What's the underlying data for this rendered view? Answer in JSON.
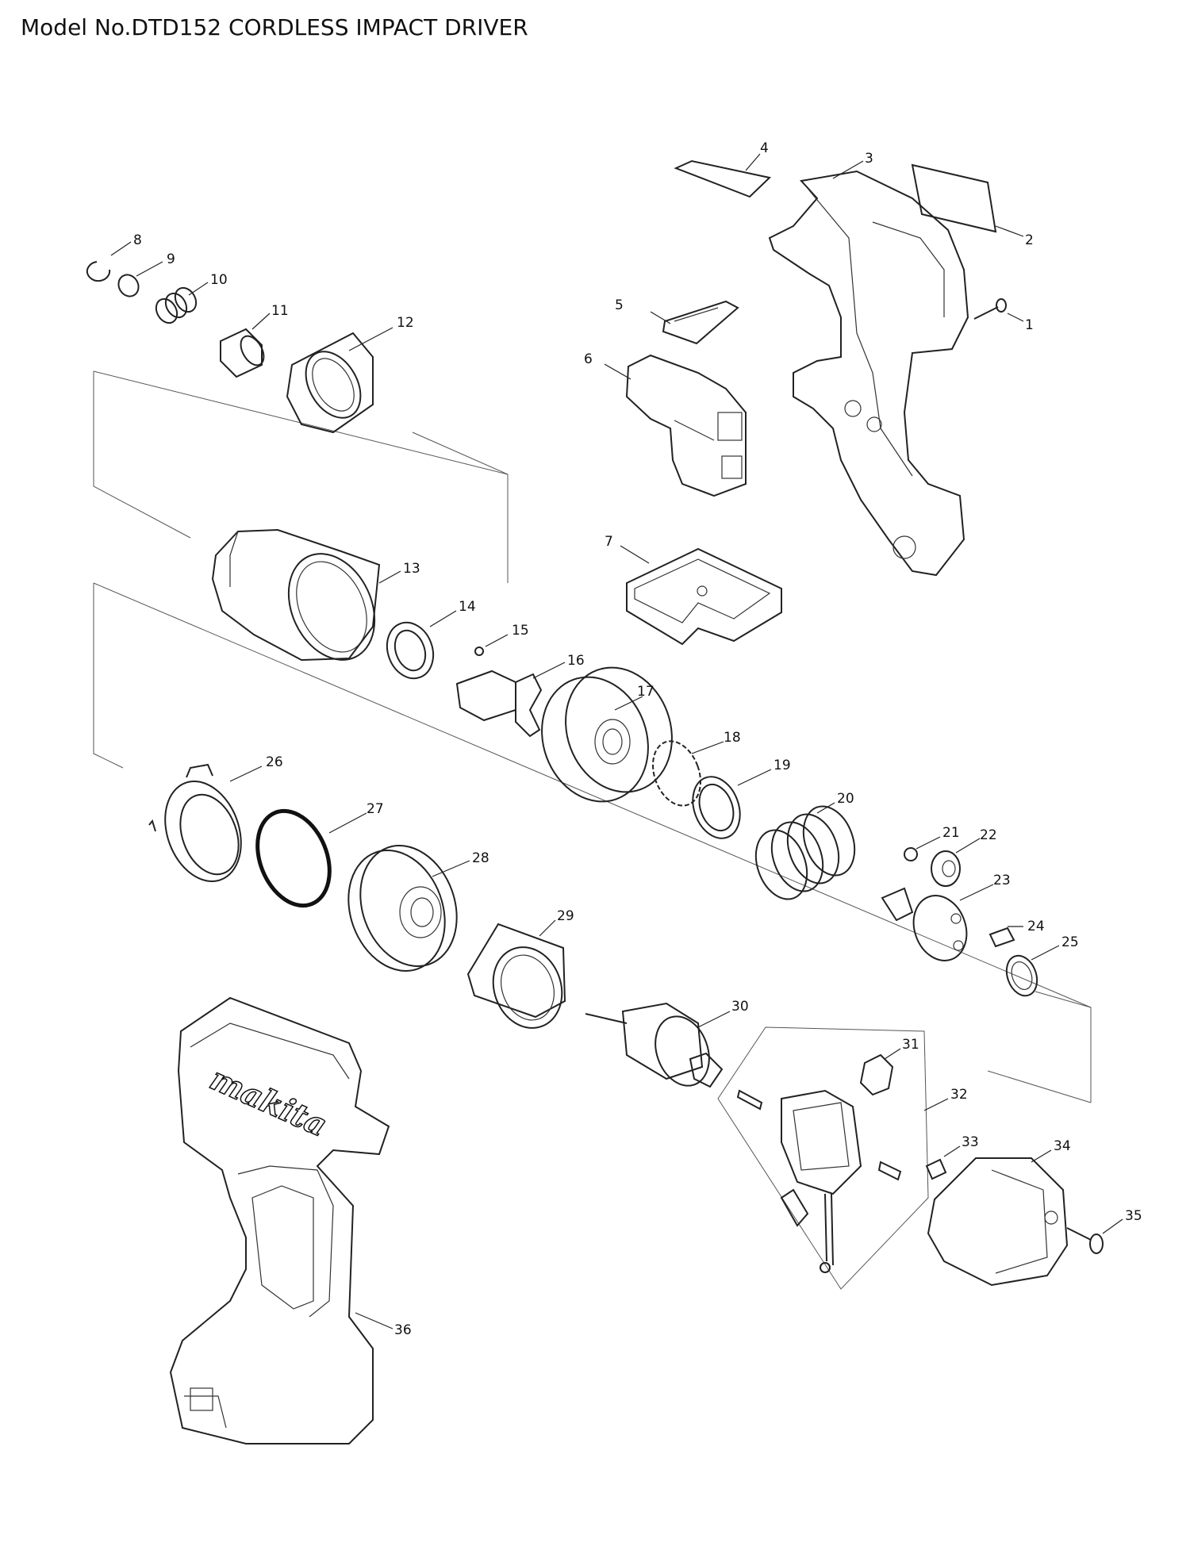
{
  "title": "Model No.DTD152 CORDLESS IMPACT DRIVER",
  "brand_logo_text": "makita",
  "callouts": {
    "1": "1",
    "2": "2",
    "3": "3",
    "4": "4",
    "5": "5",
    "6": "6",
    "7": "7",
    "8": "8",
    "9": "9",
    "10": "10",
    "11": "11",
    "12": "12",
    "13": "13",
    "14": "14",
    "15": "15",
    "16": "16",
    "17": "17",
    "18": "18",
    "19": "19",
    "20": "20",
    "21": "21",
    "22": "22",
    "23": "23",
    "24": "24",
    "25": "25",
    "26": "26",
    "27": "27",
    "28": "28",
    "29": "29",
    "30": "30",
    "31": "31",
    "32": "32",
    "33": "33",
    "34": "34",
    "35": "35",
    "36": "36"
  }
}
